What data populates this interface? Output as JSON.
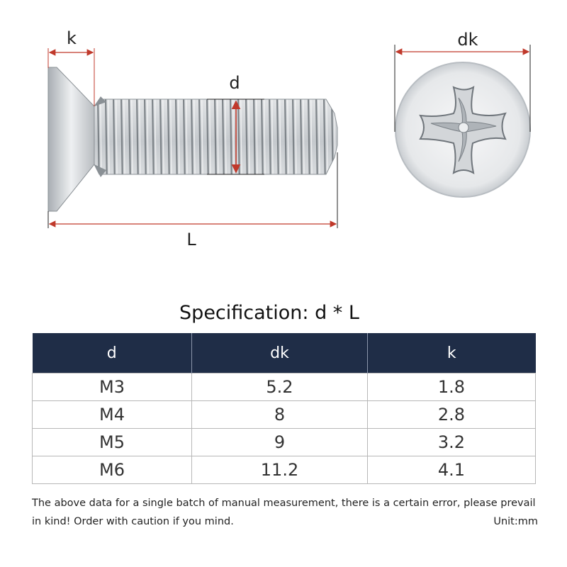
{
  "diagram": {
    "label_k": "k",
    "label_d": "d",
    "label_L": "L",
    "label_dk": "dk",
    "dimension_color": "#c0392b"
  },
  "spec": {
    "title": "Specification: d * L",
    "columns": [
      "d",
      "dk",
      "k"
    ],
    "rows": [
      [
        "M3",
        "5.2",
        "1.8"
      ],
      [
        "M4",
        "8",
        "2.8"
      ],
      [
        "M5",
        "9",
        "3.2"
      ],
      [
        "M6",
        "11.2",
        "4.1"
      ]
    ],
    "header_color": "#1f2d47"
  },
  "footer": {
    "note": "The above data for a single batch of manual measurement, there is a certain error, please prevail in kind! Order with caution if you mind.",
    "unit": "Unit:mm"
  }
}
